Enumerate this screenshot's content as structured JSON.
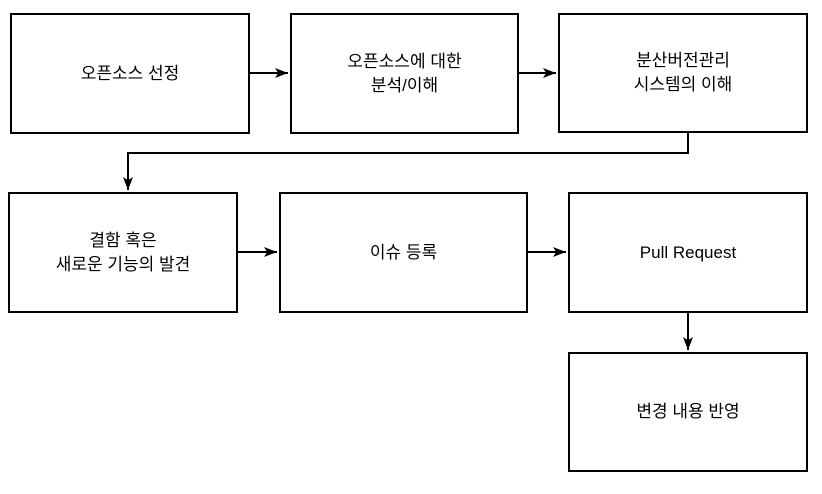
{
  "diagram": {
    "type": "flowchart",
    "background_color": "#ffffff",
    "stroke_color": "#000000",
    "text_color": "#000000",
    "nodes": {
      "select_opensource": {
        "label": "오픈소스 선정"
      },
      "analyze_opensource": {
        "label": "오픈소스에 대한\n분석/이해"
      },
      "understand_dvcs": {
        "label": "분산버전관리\n시스템의 이해"
      },
      "find_defect_or_feature": {
        "label": "결함 혹은\n새로운 기능의 발견"
      },
      "register_issue": {
        "label": "이슈 등록"
      },
      "pull_request": {
        "label": "Pull Request"
      },
      "apply_changes": {
        "label": "변경 내용 반영"
      }
    },
    "edges": [
      {
        "from": "select_opensource",
        "to": "analyze_opensource",
        "style": "arrow-right"
      },
      {
        "from": "analyze_opensource",
        "to": "understand_dvcs",
        "style": "arrow-right"
      },
      {
        "from": "understand_dvcs",
        "to": "find_defect_or_feature",
        "style": "arrow-elbow-down-left-down"
      },
      {
        "from": "find_defect_or_feature",
        "to": "register_issue",
        "style": "arrow-right"
      },
      {
        "from": "register_issue",
        "to": "pull_request",
        "style": "arrow-right"
      },
      {
        "from": "pull_request",
        "to": "apply_changes",
        "style": "arrow-down"
      }
    ]
  }
}
